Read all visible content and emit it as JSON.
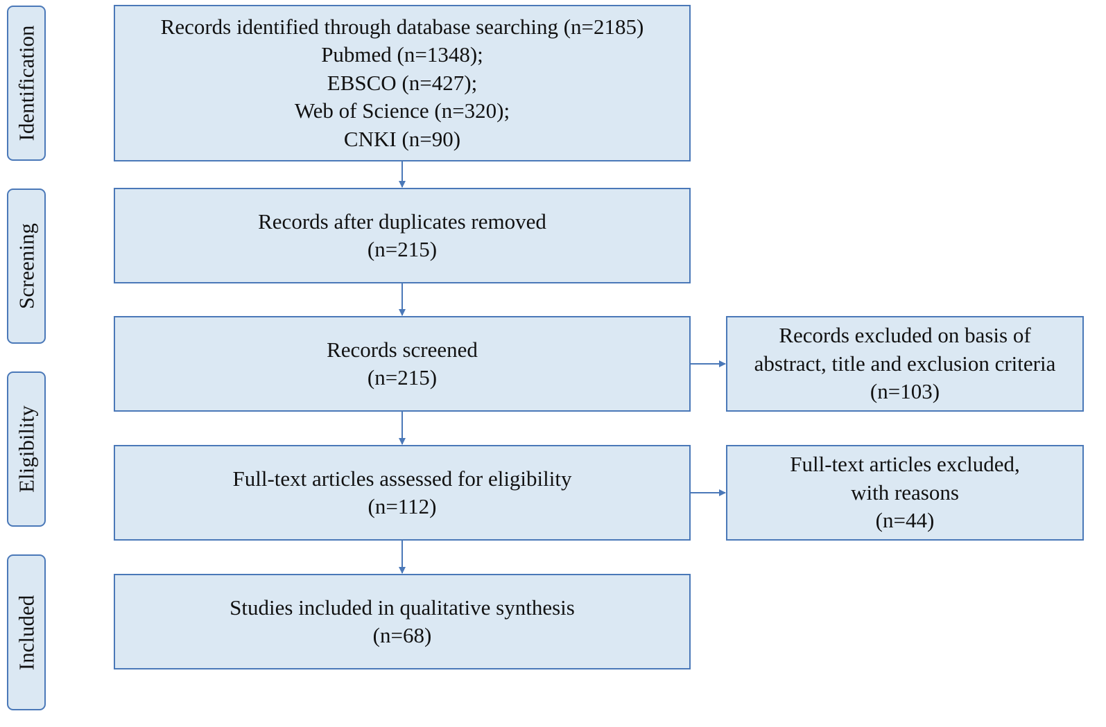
{
  "stages": [
    "Identification",
    "Screening",
    "Eligibility",
    "Included"
  ],
  "boxes": {
    "identified": {
      "lines": [
        "Records identified through database searching (n=2185)",
        "Pubmed (n=1348);",
        "EBSCO (n=427);",
        "Web of Science (n=320);",
        "CNKI (n=90)"
      ]
    },
    "deduplicated": {
      "lines": [
        "Records after duplicates removed",
        "(n=215)"
      ]
    },
    "screened": {
      "lines": [
        "Records screened",
        "(n=215)"
      ]
    },
    "excluded_screening": {
      "lines": [
        "Records excluded on basis of",
        "abstract, title and exclusion criteria",
        "(n=103)"
      ]
    },
    "fulltext": {
      "lines": [
        "Full-text articles assessed for eligibility",
        "(n=112)"
      ]
    },
    "excluded_fulltext": {
      "lines": [
        "Full-text articles excluded,",
        "with reasons",
        "(n=44)"
      ]
    },
    "included": {
      "lines": [
        "Studies included in qualitative synthesis",
        "(n=68)"
      ]
    }
  },
  "colors": {
    "box_fill": "#dbe8f3",
    "box_border": "#4a78b8",
    "arrow": "#4a78b8",
    "text": "#111111"
  }
}
